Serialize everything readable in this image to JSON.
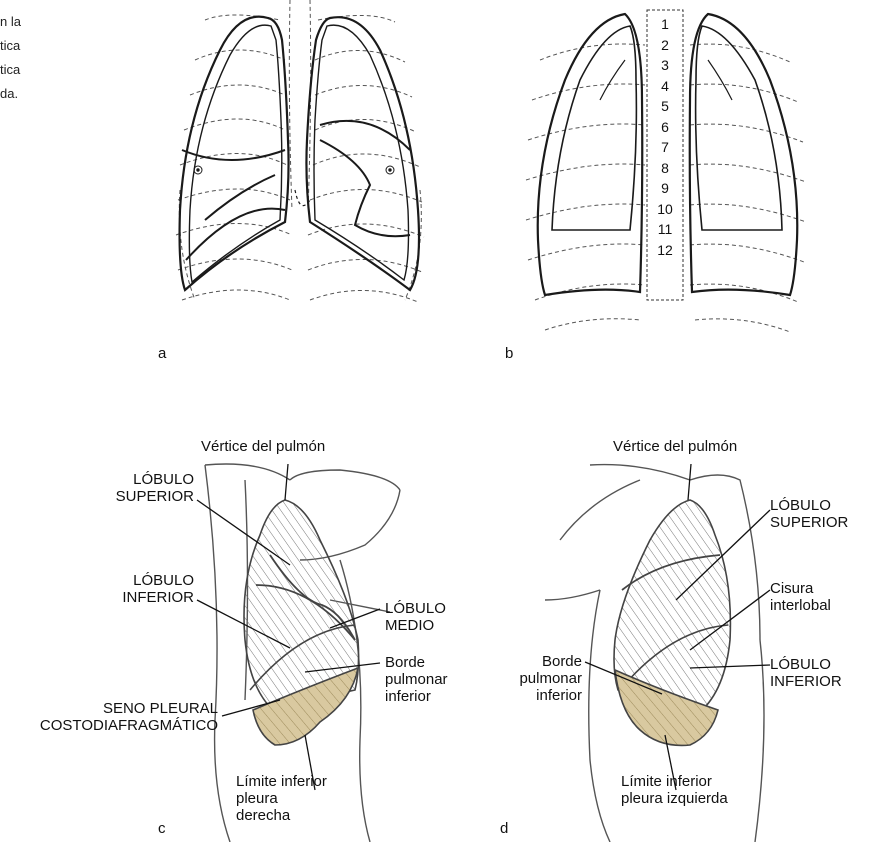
{
  "side_caption": [
    "n la",
    "tica",
    "tica",
    "da."
  ],
  "panels": {
    "a": "a",
    "b": "b",
    "c": "c",
    "d": "d"
  },
  "vertebrae": [
    "1",
    "2",
    "3",
    "4",
    "5",
    "6",
    "7",
    "8",
    "9",
    "10",
    "11",
    "12"
  ],
  "panel_c": {
    "apex": "Vértice del pulmón",
    "upper_lobe": [
      "LÓBULO",
      "SUPERIOR"
    ],
    "lower_lobe": [
      "LÓBULO",
      "INFERIOR"
    ],
    "middle_lobe": [
      "LÓBULO",
      "MEDIO"
    ],
    "lung_border": [
      "Borde",
      "pulmonar",
      "inferior"
    ],
    "sinus": [
      "SENO PLEURAL",
      "COSTODIAFRAGMÁTICO"
    ],
    "pleura_limit": [
      "Límite inferior",
      "pleura",
      "derecha"
    ]
  },
  "panel_d": {
    "apex": "Vértice del pulmón",
    "upper_lobe": [
      "LÓBULO",
      "SUPERIOR"
    ],
    "fissure": [
      "Cisura",
      "interlobal"
    ],
    "lower_lobe": [
      "LÓBULO",
      "INFERIOR"
    ],
    "lung_border": [
      "Borde",
      "pulmonar",
      "inferior"
    ],
    "pleura_limit": [
      "Límite inferior",
      "pleura izquierda"
    ]
  },
  "colors": {
    "line": "#1a1a1a",
    "dash": "#444444",
    "sinus_fill": "#d9c9a0"
  }
}
